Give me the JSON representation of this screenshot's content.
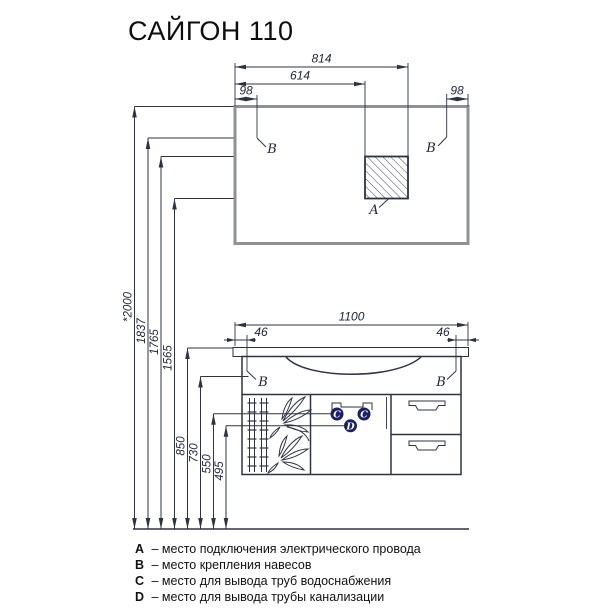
{
  "title": "САЙГОН 110",
  "colors": {
    "line": "#2e3342",
    "marker_circle": "#1a2163",
    "mirror_border": "#8f9196",
    "text": "#20263a"
  },
  "mirror": {
    "dim_814": "814",
    "dim_614": "614",
    "dim_98_left": "98",
    "dim_98_right": "98",
    "marker_b_left": "B",
    "marker_b_right": "B",
    "marker_a": "A"
  },
  "cabinet": {
    "dim_1100": "1100",
    "dim_46_left": "46",
    "dim_46_right": "46",
    "marker_b_left": "B",
    "marker_b_right": "B",
    "marker_c_left": "C",
    "marker_c_right": "C",
    "marker_d": "D"
  },
  "heights": {
    "full": "*2000",
    "mirror_hinge": "1837",
    "outlet_top": "1765",
    "outlet_bottom": "1565",
    "countertop": "850",
    "cabinet_hinge": "730",
    "water_supply": "550",
    "drain": "495"
  },
  "legend": {
    "items": [
      {
        "key": "A",
        "text": "– место подключения электрического провода"
      },
      {
        "key": "B",
        "text": "– место крепления навесов"
      },
      {
        "key": "C",
        "text": "– место для вывода труб водоснабжения"
      },
      {
        "key": "D",
        "text": "– место для вывода трубы канализации"
      }
    ]
  }
}
